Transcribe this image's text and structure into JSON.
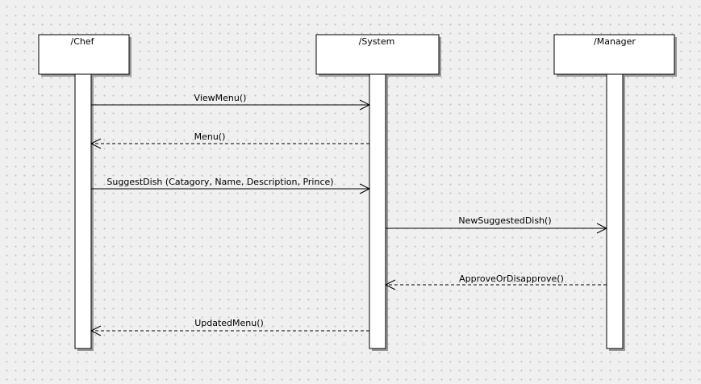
{
  "diagram": {
    "type": "sequence",
    "lifelines": [
      {
        "id": "chef",
        "label": "/Chef"
      },
      {
        "id": "system",
        "label": "/System"
      },
      {
        "id": "manager",
        "label": "/Manager"
      }
    ],
    "messages": [
      {
        "label": "ViewMenu()",
        "from": "chef",
        "to": "system",
        "style": "solid"
      },
      {
        "label": "Menu()",
        "from": "system",
        "to": "chef",
        "style": "dashed"
      },
      {
        "label": "SuggestDish (Catagory, Name, Description, Prince)",
        "from": "chef",
        "to": "system",
        "style": "solid"
      },
      {
        "label": "NewSuggestedDish()",
        "from": "system",
        "to": "manager",
        "style": "solid"
      },
      {
        "label": "ApproveOrDisapprove()",
        "from": "manager",
        "to": "system",
        "style": "dashed"
      },
      {
        "label": "UpdatedMenu()",
        "from": "system",
        "to": "chef",
        "style": "dashed"
      }
    ]
  }
}
